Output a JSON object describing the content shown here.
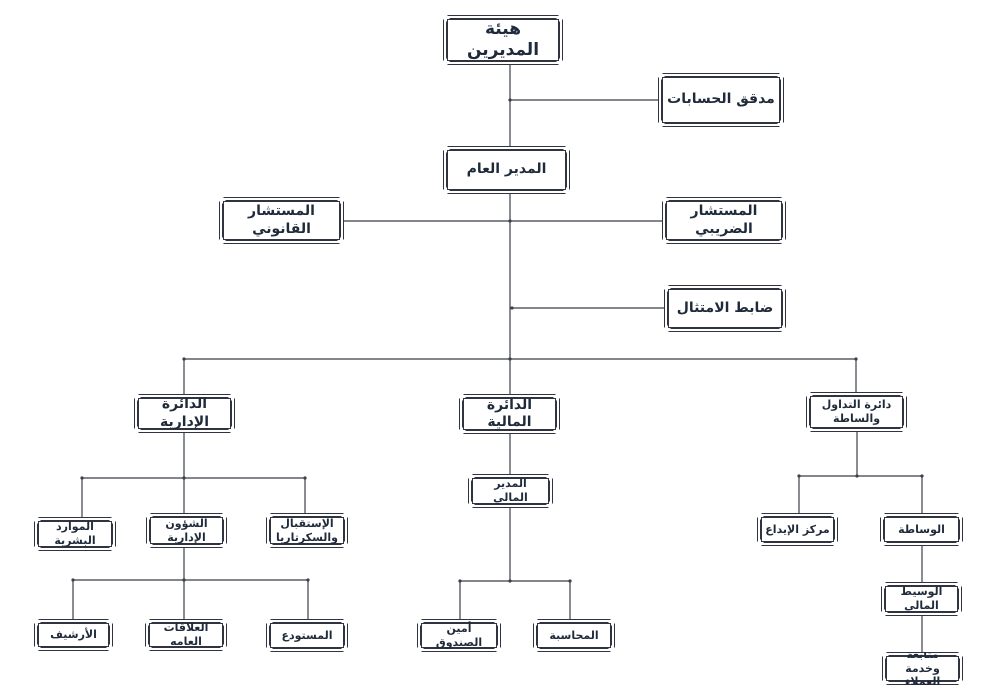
{
  "nodes": {
    "board": "هيئة المديرين",
    "auditor": "مدقق الحسابات",
    "gm": "المدير العام",
    "legal": "المستشار القانوني",
    "tax": "المستشار الضريبي",
    "compliance": "ضابط الامتثال",
    "admin": "الدائرة الإدارية",
    "finance": "الدائرة المالية",
    "trading": "دائرة التداول والساطة",
    "hr": "الموارد البشرية",
    "admin_affairs": "الشؤون الإدارية",
    "reception": "الإستقبال والسكرتاريا",
    "archive": "الأرشيف",
    "pr": "العلاقات العامه",
    "warehouse": "المستودع",
    "cfo": "المدير المالي",
    "cashier": "أمين الصندوق",
    "accounting": "المحاسبة",
    "deposit": "مركز الإيداع",
    "brokerage": "الوساطة",
    "fin_broker": "الوسيط المالي",
    "client_service": "متابعة وخدمة العملاء"
  }
}
